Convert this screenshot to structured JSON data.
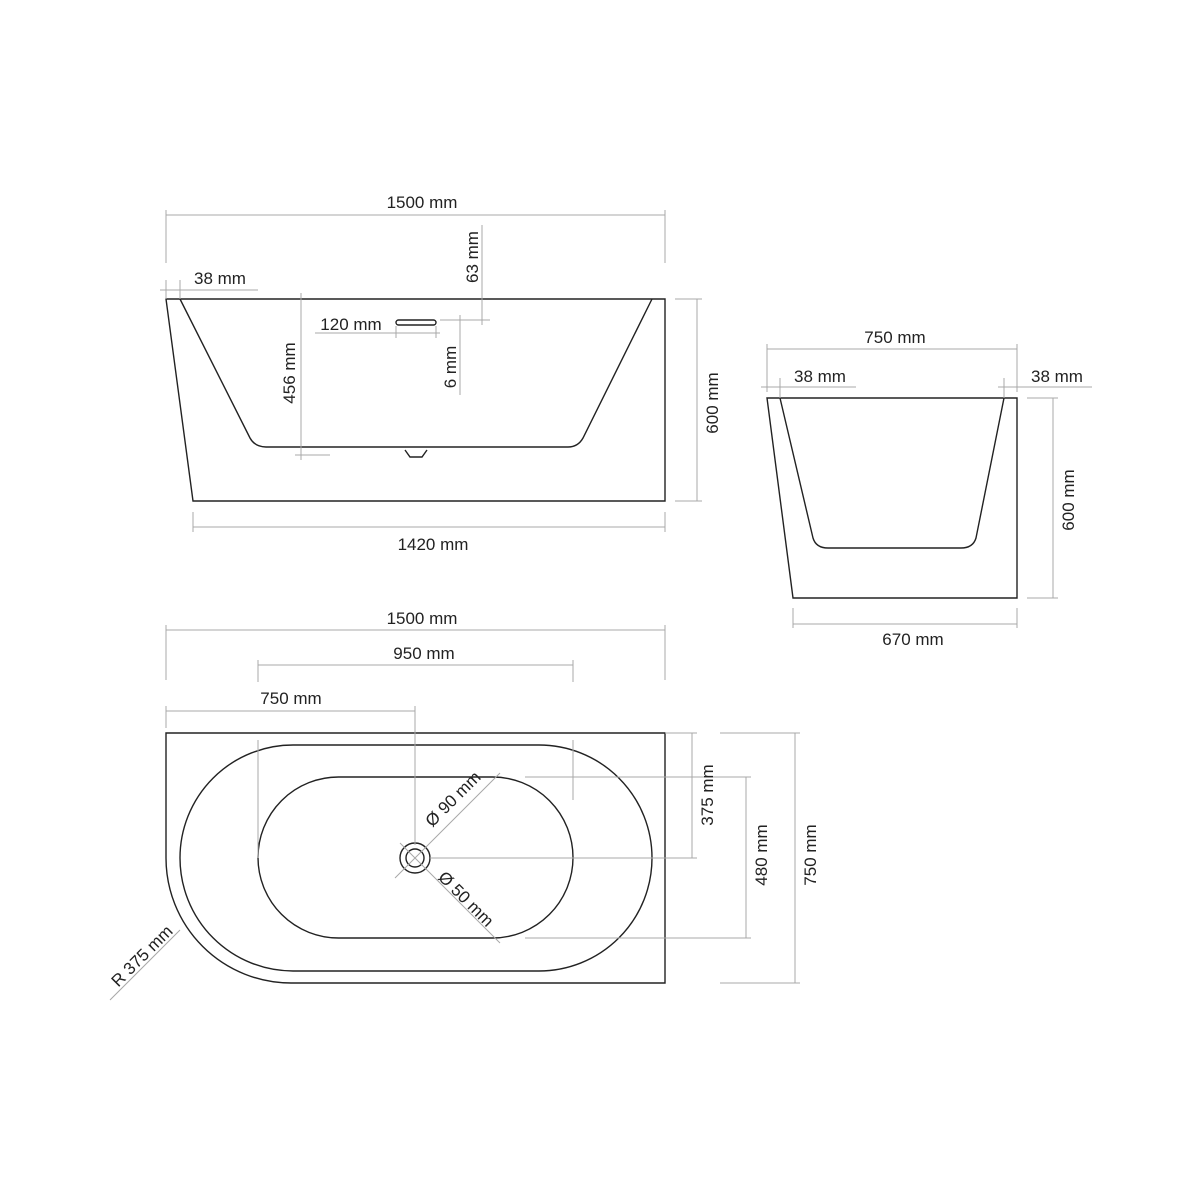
{
  "front_view": {
    "overall_length": "1500 mm",
    "rim_thickness": "38 mm",
    "overflow_offset": "63 mm",
    "overflow_slot_width": "120 mm",
    "overflow_slot_height": "6 mm",
    "inner_depth": "456 mm",
    "height": "600 mm",
    "base_length": "1420 mm"
  },
  "side_view": {
    "overall_width": "750 mm",
    "rim_left": "38 mm",
    "rim_right": "38 mm",
    "height": "600 mm",
    "base_width": "670 mm"
  },
  "plan_view": {
    "overall_length": "1500 mm",
    "basin_length": "950 mm",
    "drain_offset": "750 mm",
    "drain_from_wall": "375 mm",
    "basin_width": "480 mm",
    "overall_width": "750 mm",
    "corner_radius": "R 375 mm",
    "drain_outer_diameter": "Ø 90 mm",
    "drain_inner_diameter": "Ø 50 mm"
  }
}
